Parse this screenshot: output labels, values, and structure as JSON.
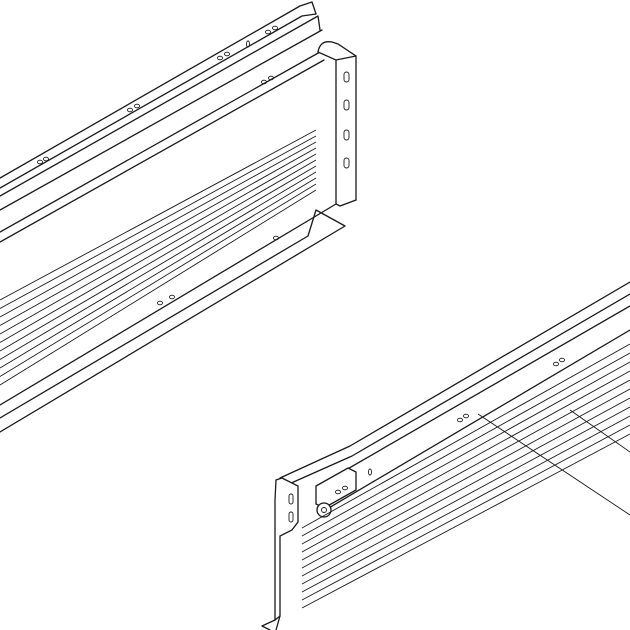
{
  "diagram": {
    "colors": {
      "line": "#1a1a1a",
      "background": "#ffffff"
    },
    "parts": [
      "upper-left-drawer-side",
      "lower-right-drawer-side"
    ],
    "leader_lines": 2
  }
}
